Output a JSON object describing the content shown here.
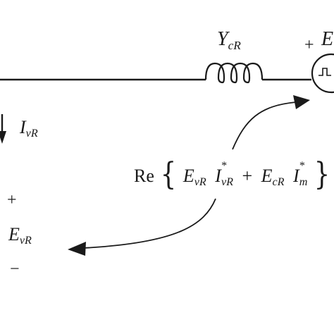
{
  "labels": {
    "ycr_main": "Y",
    "ycr_sub": "cR",
    "plus_top": "+",
    "e_top": "E",
    "ivr_main": "I",
    "ivr_sub": "vR",
    "plus_left": "+",
    "evr_main": "E",
    "evr_sub": "vR",
    "minus_left": "−"
  },
  "expression": {
    "re": "Re",
    "open_brace": "{",
    "t1_main": "E",
    "t1_sub": "vR",
    "t2_main": "I",
    "t2_star": "*",
    "t2_sub": "vR",
    "op1": "+",
    "t3_main": "E",
    "t3_sub": "cR",
    "t4_main": "I",
    "t4_star": "*",
    "t4_sub": "m",
    "close_brace": "}"
  },
  "colors": {
    "ink": "#1a1a1a",
    "background": "#ffffff"
  }
}
